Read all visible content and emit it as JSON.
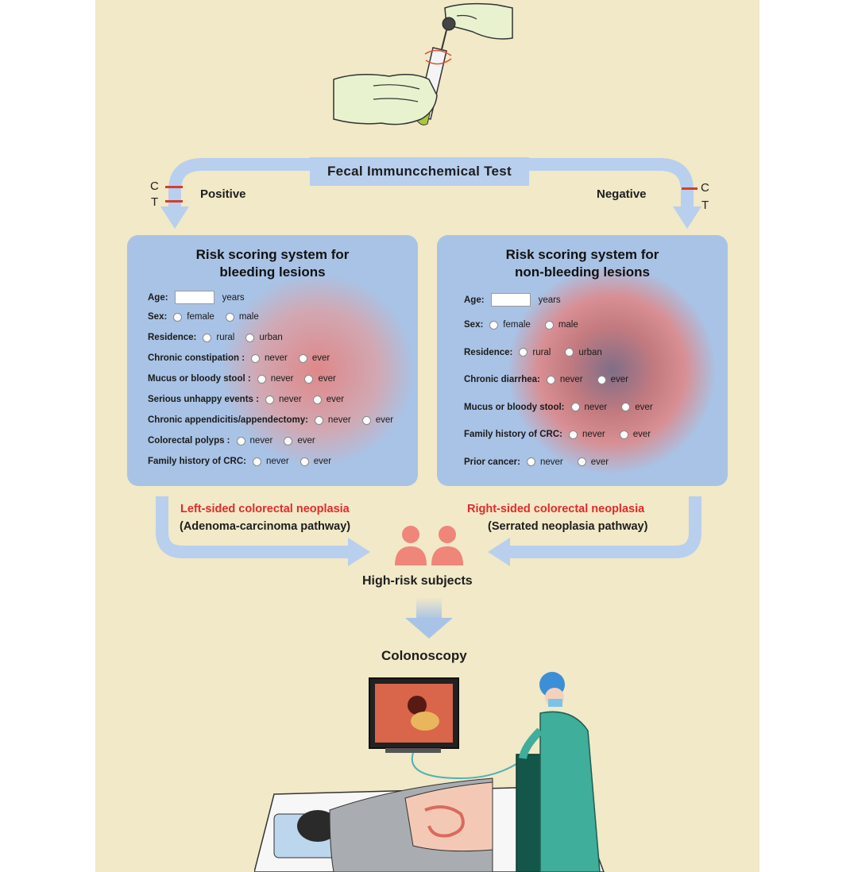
{
  "test": {
    "title": "Fecal Immuncchemical Test",
    "control_letter": "C",
    "test_letter": "T",
    "positive": "Positive",
    "negative": "Negative"
  },
  "left_panel": {
    "title_line1": "Risk scoring system for",
    "title_line2": "bleeding lesions",
    "age_label": "Age:",
    "age_unit": "years",
    "fields": [
      {
        "label": "Sex:",
        "options": [
          "female",
          "male"
        ]
      },
      {
        "label": "Residence:",
        "options": [
          "rural",
          "urban"
        ]
      },
      {
        "label": "Chronic constipation :",
        "options": [
          "never",
          "ever"
        ]
      },
      {
        "label": "Mucus or bloody stool :",
        "options": [
          "never",
          "ever"
        ]
      },
      {
        "label": "Serious unhappy events :",
        "options": [
          "never",
          "ever"
        ]
      },
      {
        "label": "Chronic appendicitis/appendectomy:",
        "options": [
          "never",
          "ever"
        ]
      },
      {
        "label": "Colorectal polyps :",
        "options": [
          "never",
          "ever"
        ]
      },
      {
        "label": "Family history of CRC:",
        "options": [
          "never",
          "ever"
        ]
      }
    ]
  },
  "right_panel": {
    "title_line1": "Risk scoring system for",
    "title_line2": "non-bleeding lesions",
    "age_label": "Age:",
    "age_unit": "years",
    "fields": [
      {
        "label": "Sex:",
        "options": [
          "female",
          "male"
        ]
      },
      {
        "label": "Residence:",
        "options": [
          "rural",
          "urban"
        ]
      },
      {
        "label": "Chronic diarrhea:",
        "options": [
          "never",
          "ever"
        ]
      },
      {
        "label": "Mucus or bloody stool:",
        "options": [
          "never",
          "ever"
        ]
      },
      {
        "label": "Family history of CRC:",
        "options": [
          "never",
          "ever"
        ]
      },
      {
        "label": "Prior cancer:",
        "options": [
          "never",
          "ever"
        ]
      }
    ]
  },
  "pathways": {
    "left_red": "Left-sided colorectal neoplasia",
    "left_sub": "(Adenoma-carcinoma pathway)",
    "right_red": "Right-sided colorectal neoplasia",
    "right_sub": "(Serrated neoplasia pathway)"
  },
  "outcome": {
    "high_risk": "High-risk subjects",
    "procedure": "Colonoscopy"
  },
  "colors": {
    "background": "#f1e9c7",
    "arrow": "#b8cfee",
    "panel": "#a9c3e6",
    "accent_red": "#e02b2b",
    "people": "#f0857a"
  }
}
